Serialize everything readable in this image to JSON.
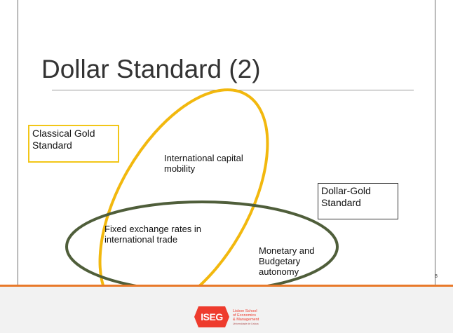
{
  "title": "Dollar Standard (2)",
  "boxes": {
    "classical_gold": "Classical Gold Standard",
    "dollar_gold": "Dollar-Gold Standard"
  },
  "regions": {
    "capital_mobility": "International capital mobility",
    "fixed_exchange": "Fixed exchange rates in international trade",
    "monetary_autonomy": "Monetary and Budgetary autonomy"
  },
  "footer": {
    "page_number": "8",
    "logo_badge": "ISEG",
    "logo_line1": "Lisbon School",
    "logo_line2": "of Economics",
    "logo_line3": "& Management",
    "logo_sub": "Universidade de Lisboa"
  },
  "colors": {
    "gold_ellipse": "#f2b80e",
    "green_ellipse": "#4f5e3a",
    "gold_box_border": "#f2c618",
    "footer_bar": "#e8792a",
    "logo": "#ee3b2d"
  }
}
